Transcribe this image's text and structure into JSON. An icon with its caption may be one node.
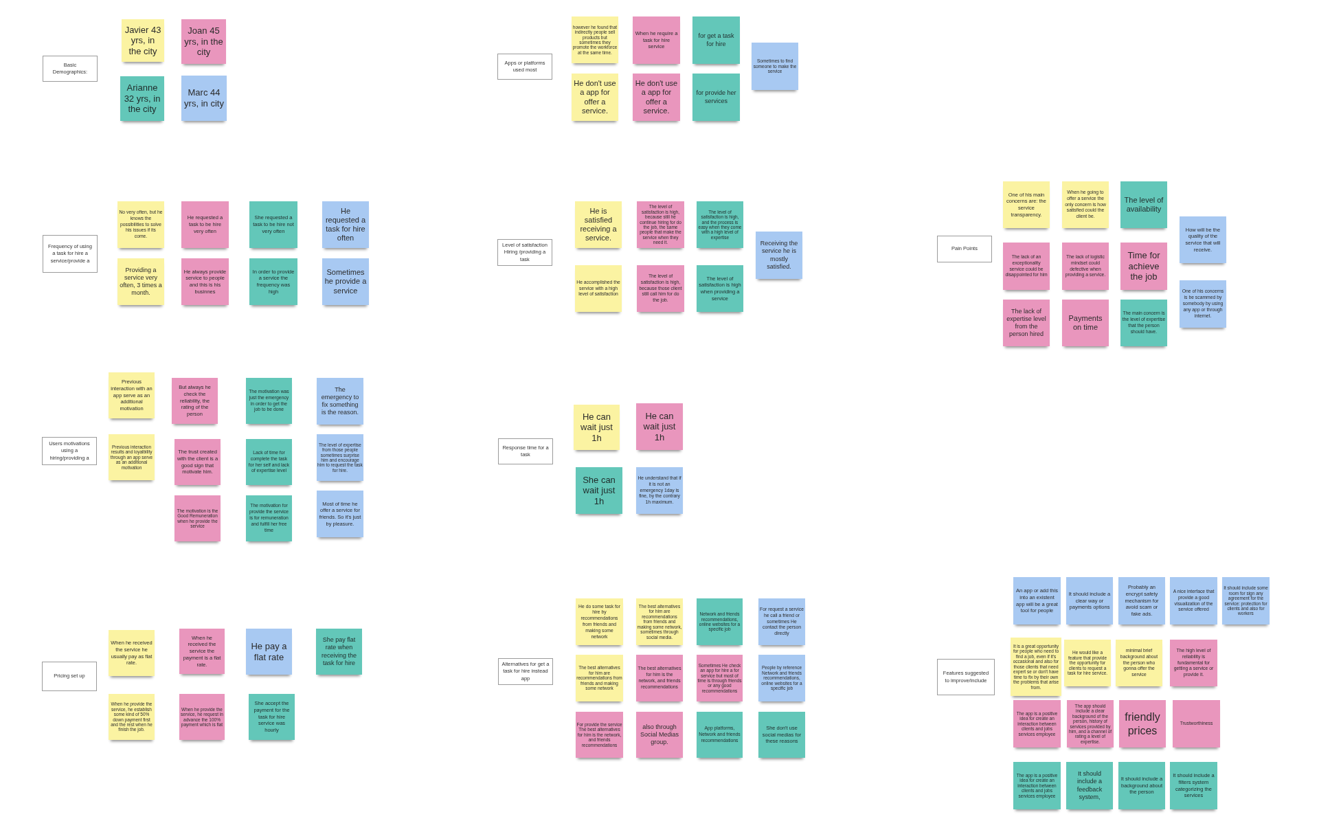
{
  "diagram": {
    "nodes": [
      {
        "text": [
          "Basic Demographics:"
        ]
      },
      {
        "text": [
          "Javier 43 yrs, in the city"
        ]
      },
      {
        "text": [
          "Joan 45 yrs, in the city"
        ]
      },
      {
        "text": [
          "Arianne 32 yrs, in the city"
        ]
      },
      {
        "text": [
          "Marc 44 yrs, in city"
        ]
      },
      {
        "text": [
          "Frequency of using a task for hire a service/provide a"
        ]
      },
      {
        "text": [
          "No very often, but he knows the possibilities to solve his issues if its come."
        ]
      },
      {
        "text": [
          "He requested a task to be hire very often"
        ]
      },
      {
        "text": [
          "She requested a task to be hire not very often"
        ]
      },
      {
        "text": [
          "He requested a task for hire often"
        ]
      },
      {
        "text": [
          "Providing a service very often, 3 times a month."
        ]
      },
      {
        "text": [
          "He always provide service to people and this is his businnes"
        ]
      },
      {
        "text": [
          "In order to provide a service the frequency was high"
        ]
      },
      {
        "text": [
          "Sometimes he provide a service"
        ]
      },
      {
        "text": [
          "Users motivations using a hiring/providing a"
        ]
      },
      {
        "text": [
          "Previous interaction with an app serve as an additional motivation"
        ]
      },
      {
        "text": [
          "But always he check the reliability, the rating of the person"
        ]
      },
      {
        "text": [
          "The motivation was just the emergency in order to get the job to be done"
        ]
      },
      {
        "text": [
          "The emergency to fix something is the reason."
        ]
      },
      {
        "text": [
          "Previous interaction results and loyalbility through an app serve as an additional motivation"
        ]
      },
      {
        "text": [
          "The trust created with the client is a good sign that motivate him."
        ]
      },
      {
        "text": [
          "Lack of time for complete the task for her self and lack of expertise level"
        ]
      },
      {
        "text": [
          "The level of expertise from those people sometimes surprise him and encourage him to request the task for hire."
        ]
      },
      {
        "text": [
          "The motivation is the Good Remuneration when he provide the service"
        ]
      },
      {
        "text": [
          "The motivation for provide the service is for remuneration and fulfill her free time"
        ]
      },
      {
        "text": [
          "Most of time he offer a service for friends. So it's just by pleasure."
        ]
      },
      {
        "text": [
          "Pricing set up"
        ]
      },
      {
        "text": [
          "When he received the service he usually pay as flat rate."
        ]
      },
      {
        "text": [
          "When he received the service the payment is a flat rate."
        ]
      },
      {
        "text": [
          "He pay a flat rate"
        ]
      },
      {
        "text": [
          "She pay flat rate when receiving the task for hire"
        ]
      },
      {
        "text": [
          "When he provide the service, he establish some kind of 50% down payment first and the rest when he finish the job."
        ]
      },
      {
        "text": [
          "When he provide the service, he request in advance the 100% payment which is flat"
        ]
      },
      {
        "text": [
          "She accept the payment for the task for hire service was hourly"
        ]
      },
      {
        "text": [
          "Apps or platforms used most"
        ]
      },
      {
        "text": [
          "however he found that indirectly people sell products but sometimes they promote the workforce at the same time."
        ]
      },
      {
        "text": [
          "When he require a task for hire service"
        ]
      },
      {
        "text": [
          "for get a task for hire"
        ]
      },
      {
        "text": [
          "Sometimes to find someone to make the service"
        ]
      },
      {
        "text": [
          "He don't use a app for offer a service."
        ]
      },
      {
        "text": [
          "He don't use a app for offer a service."
        ]
      },
      {
        "text": [
          "for provide her services"
        ]
      },
      {
        "text": [
          "Level of satisfaction Hiring /providing a task"
        ]
      },
      {
        "text": [
          "He is satisfied receiving a service."
        ]
      },
      {
        "text": [
          "The level of satisfaction is high, because still he continue hiring for do the job, the same people that make the service when they need it."
        ]
      },
      {
        "text": [
          "The level of satisfaction is high, and the process is easy when they come with a high level of expertise"
        ]
      },
      {
        "text": [
          "Receiving the service he is mostly satisfied."
        ]
      },
      {
        "text": [
          "He accomplished the service with a high level of satisfaction"
        ]
      },
      {
        "text": [
          "The level of satisfaction is high, because those client still call him for do the job."
        ]
      },
      {
        "text": [
          "The level of satisfaction is high when providing a service"
        ]
      },
      {
        "text": [
          "Response time for a task"
        ]
      },
      {
        "text": [
          "He can wait just 1h"
        ]
      },
      {
        "text": [
          "He can wait just 1h"
        ]
      },
      {
        "text": [
          "She can wait just 1h"
        ]
      },
      {
        "text": [
          "He understand that if it is not an emergency 1day is fine, by the contrary 1h maximum."
        ]
      },
      {
        "text": [
          "Alternatives for get a task for hire instead app"
        ]
      },
      {
        "text": [
          "He do some task for hire by recommendations from friends and making some network"
        ]
      },
      {
        "text": [
          "The best alternatives for him are recommendations from friends and making some network, sometimes through social media."
        ]
      },
      {
        "text": [
          "Network and friends recommendations, online websites for a specific job"
        ]
      },
      {
        "text": [
          "For request a service he call a friend or sometimes He contact the person directly"
        ]
      },
      {
        "text": [
          "The best alternatives for him are recommendations from friends and making some network"
        ]
      },
      {
        "text": [
          "The best alternatives for him is the network, and friends recommendations"
        ]
      },
      {
        "text": [
          "Sometimes He check an app for hire a for service but most of time is through friends or any good recommendations"
        ]
      },
      {
        "text": [
          "People by reference Network and friends recommendations, online websites for a specific job"
        ]
      },
      {
        "text": [
          "For provide the service The best alternatives for him is the network, and friends recommendations"
        ]
      },
      {
        "text": [
          "also through Social Medias group."
        ]
      },
      {
        "text": [
          "App platforms, Network and friends recommendations"
        ]
      },
      {
        "text": [
          "She don't use social medias for these reasons"
        ]
      },
      {
        "text": [
          "Pain Points"
        ]
      },
      {
        "text": [
          "One of his main concerns are: the service transparency."
        ]
      },
      {
        "text": [
          "When he going to offer a service the only concern is how satisfied could the client be."
        ]
      },
      {
        "text": [
          "The level of availability"
        ]
      },
      {
        "text": [
          "How will be the quality of the service that will receive."
        ]
      },
      {
        "text": [
          "The lack of an exceptionality service could be disappointed for him"
        ]
      },
      {
        "text": [
          "The lack of logistic mindset could defective when providing a service."
        ]
      },
      {
        "text": [
          "Time for achieve the job"
        ]
      },
      {
        "text": [
          "One of his concerns is be scammed by somebody by using any app or through internet."
        ]
      },
      {
        "text": [
          "The lack of expertise level from the person hired"
        ]
      },
      {
        "text": [
          "Payments on time"
        ]
      },
      {
        "text": [
          "The main concern is the level of expertise that the person should have."
        ]
      },
      {
        "text": [
          "Features suggested to improve/include"
        ]
      },
      {
        "text": [
          "An app or add this into an existent app will be a great tool for people"
        ]
      },
      {
        "text": [
          "It should include a clear way or payments options"
        ]
      },
      {
        "text": [
          "Probably an encrypt safety mechanism for avoid scam or fake ads."
        ]
      },
      {
        "text": [
          "A nice interface that provide a good visualization of the service offered"
        ]
      },
      {
        "text": [
          "It should include some room for sign any agreement for the service: protection for clients and also for workers"
        ]
      },
      {
        "text": [
          "It is a great opportunity for people who need to find a job, even if it's occasional and also for those clients that need expert se or don't have time to fix by their own the problems that arise from."
        ]
      },
      {
        "text": [
          "He would like a feature that provide the opportunity for clients to request a task for hire service."
        ]
      },
      {
        "text": [
          "minimal brief background about the person who gonna offer the service"
        ]
      },
      {
        "text": [
          "The high level of reliability is fundamental for getting a service or provide it."
        ]
      },
      {
        "text": [
          "The app is a positive idea for create an interaction between clients and jobs services employee"
        ]
      },
      {
        "text": [
          "The app should include a clear background of the person, history of services provided by him, and a channel of rating a level of expertise."
        ]
      },
      {
        "text": [
          "friendly prices"
        ]
      },
      {
        "text": [
          "Trustworthiness"
        ]
      },
      {
        "text": [
          "The app is a positive idea for create an interaction between clients and jobs services employee"
        ]
      },
      {
        "text": [
          "It should include a feedback system,"
        ]
      },
      {
        "text": [
          "It should include a background about the person"
        ]
      },
      {
        "text": [
          "It should include a filters system categorizing the services"
        ]
      }
    ]
  }
}
